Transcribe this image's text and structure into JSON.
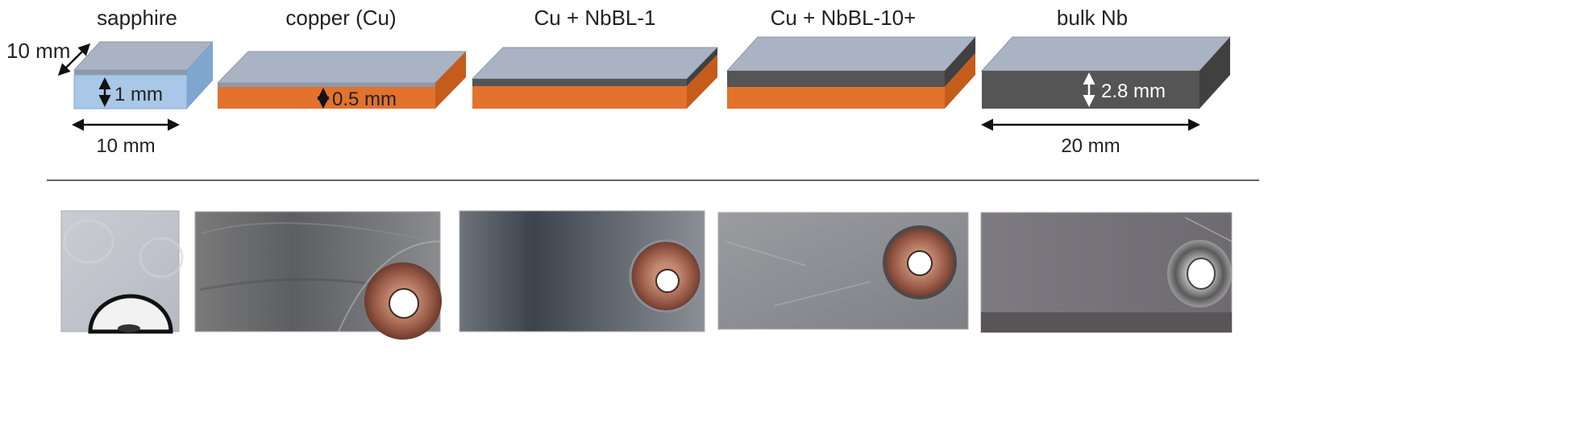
{
  "samples": [
    {
      "id": "sapphire",
      "label": "sapphire"
    },
    {
      "id": "copper",
      "label": "copper (Cu)"
    },
    {
      "id": "nbbl1",
      "label": "Cu + NbBL-1"
    },
    {
      "id": "nbbl10",
      "label": "Cu + NbBL-10+"
    },
    {
      "id": "bulknb",
      "label": "bulk Nb"
    }
  ],
  "dimensions": {
    "sapphire_depth": "10 mm",
    "sapphire_thickness": "1 mm",
    "sapphire_width": "10 mm",
    "copper_thickness": "0.5 mm",
    "bulknb_thickness": "2.8 mm",
    "bulknb_width": "20 mm"
  },
  "colors": {
    "top_face": "#a9b3c3",
    "top_edge": "#8f98a8",
    "sapphire_front": "#a9c7e6",
    "sapphire_side": "#7fa6cf",
    "copper_front": "#e2722c",
    "copper_side": "#c55c1b",
    "niobium_front": "#555555",
    "niobium_side": "#404040",
    "copper_disk": "#b0705a"
  }
}
